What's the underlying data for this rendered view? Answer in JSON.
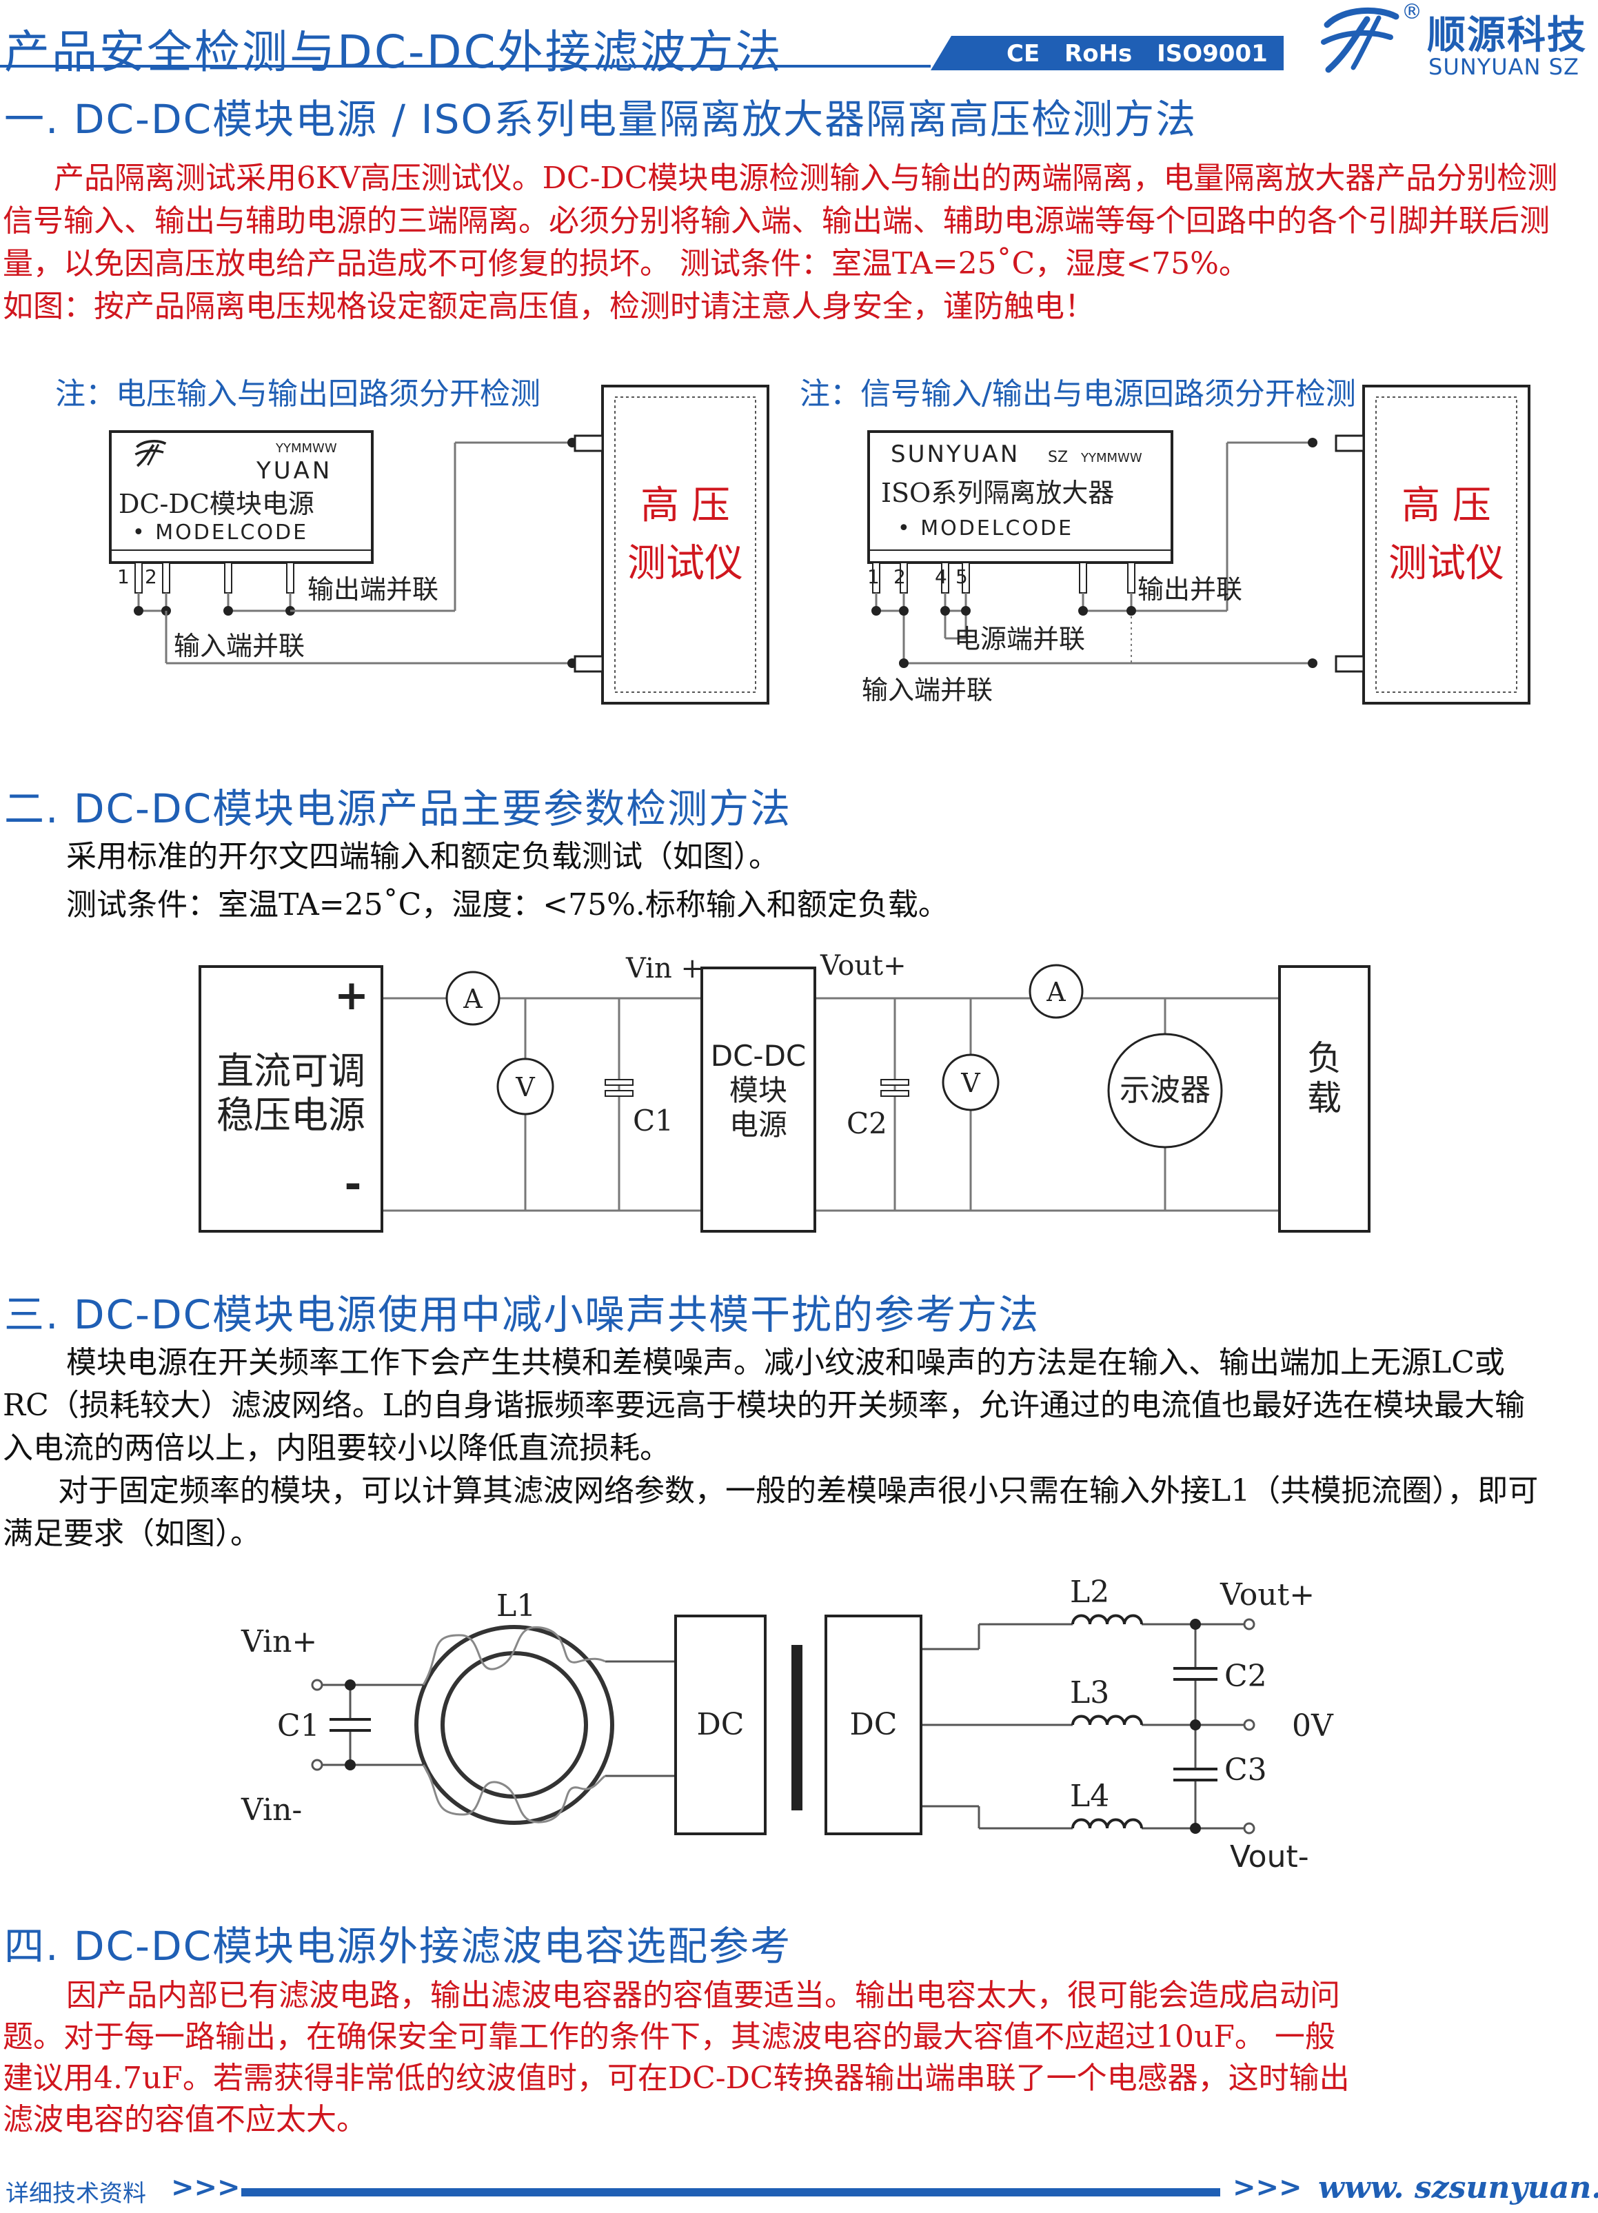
{
  "header": {
    "title": "产品安全检测与DC-DC外接滤波方法",
    "certs": [
      "CE",
      "RoHs",
      "ISO9001"
    ],
    "brand_cn": "顺源科技",
    "brand_en": "SUNYUAN SZ",
    "reg_mark": "®",
    "accent_color": "#1f5fb5"
  },
  "section1": {
    "title": "一. DC-DC模块电源 / ISO系列电量隔离放大器隔离高压检测方法",
    "lines": [
      "产品隔离测试采用6KV高压测试仪。DC-DC模块电源检测输入与输出的两端隔离，电量隔离放大器产品分别检测",
      "信号输入、输出与辅助电源的三端隔离。必须分别将输入端、输出端、辅助电源端等每个回路中的各个引脚并联后测",
      "量，以免因高压放电给产品造成不可修复的损坏。     测试条件：室温TA=25˚C，湿度<75%。",
      "如图：按产品隔离电压规格设定额定高压值，检测时请注意人身安全，谨防触电！"
    ],
    "diagram_left": {
      "note": "注：电压输入与输出回路须分开检测",
      "date_code": "YYMMWW",
      "brand": "YUAN",
      "module_name": "DC-DC模块电源",
      "model_code": "•  MODELCODE",
      "pins": [
        "1",
        "2"
      ],
      "output_label": "输出端并联",
      "input_label": "输入端并联",
      "tester": [
        "高  压",
        "测试仪"
      ]
    },
    "diagram_right": {
      "note": "注：信号输入/输出与电源回路须分开检测",
      "brand": "SUNYUAN",
      "brand_suffix": "SZ",
      "date_code": "YYMMWW",
      "module_name": "ISO系列隔离放大器",
      "model_code": "•  MODELCODE",
      "pins": [
        "1",
        "2",
        "4",
        "5"
      ],
      "output_label": "输出并联",
      "power_label": "电源端并联",
      "input_label": "输入端并联",
      "tester": [
        "高  压",
        "测试仪"
      ]
    }
  },
  "section2": {
    "title": "二. DC-DC模块电源产品主要参数检测方法",
    "lines": [
      "采用标准的开尔文四端输入和额定负载测试（如图）。",
      "测试条件：室温TA=25˚C，湿度：<75%.标称输入和额定负载。"
    ],
    "diagram": {
      "source": [
        "直流可调",
        "稳压电源"
      ],
      "plus": "+",
      "minus": "-",
      "ammeter": "A",
      "voltmeter": "V",
      "vin": "Vin +",
      "vout": "Vout+",
      "c1": "C1",
      "c2": "C2",
      "module": [
        "DC-DC",
        "模块",
        "电源"
      ],
      "scope": "示波器",
      "load": [
        "负",
        "载"
      ]
    }
  },
  "section3": {
    "title": "三. DC-DC模块电源使用中减小噪声共模干扰的参考方法",
    "lines": [
      "模块电源在开关频率工作下会产生共模和差模噪声。减小纹波和噪声的方法是在输入、输出端加上无源LC或",
      "RC（损耗较大）滤波网络。L的自身谐振频率要远高于模块的开关频率，允许通过的电流值也最好选在模块最大输",
      "入电流的两倍以上，内阻要较小以降低直流损耗。",
      "对于固定频率的模块，可以计算其滤波网络参数，一般的差模噪声很小只需在输入外接L1（共模扼流圈），即可",
      "满足要求（如图）。"
    ],
    "diagram": {
      "vin_plus": "Vin+",
      "vin_minus": "Vin-",
      "c1": "C1",
      "l1": "L1",
      "dc_left": "DC",
      "dc_right": "DC",
      "l2": "L2",
      "l3": "L3",
      "l4": "L4",
      "c2": "C2",
      "c3": "C3",
      "vout_plus": "Vout+",
      "zero_v": "0V",
      "vout_minus": "Vout-"
    }
  },
  "section4": {
    "title": "四. DC-DC模块电源外接滤波电容选配参考",
    "lines": [
      "因产品内部已有滤波电路，输出滤波电容器的容值要适当。输出电容太大，很可能会造成启动问",
      "题。对于每一路输出，在确保安全可靠工作的条件下，其滤波电容的最大容值不应超过10uF。 一般",
      "建议用4.7uF。若需获得非常低的纹波值时，可在DC-DC转换器输出端串联了一个电感器，这时输出",
      "滤波电容的容值不应太大。"
    ]
  },
  "footer": {
    "left": "详细技术资料",
    "arrows": ">>>",
    "url": "www. szsunyuan. net"
  }
}
